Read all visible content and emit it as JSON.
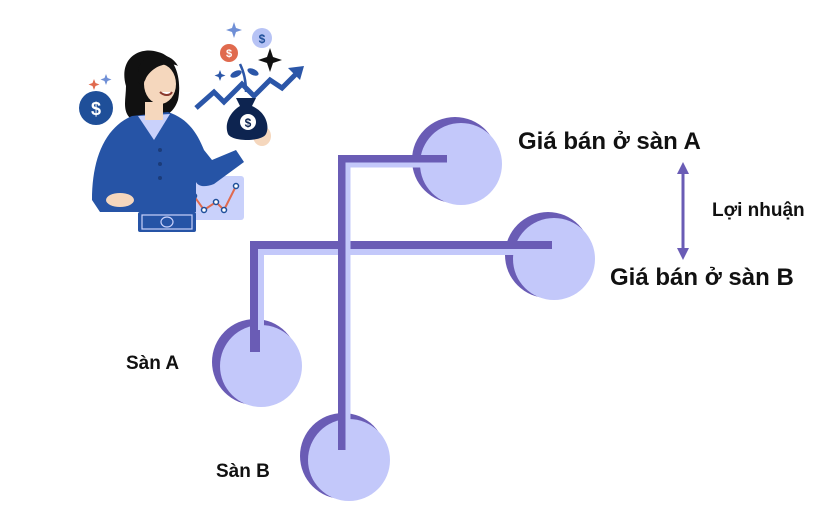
{
  "labels": {
    "price_a": "Giá bán ở sàn A",
    "price_b": "Giá bán ở sàn B",
    "profit": "Lợi nhuận",
    "market_a": "Sàn A",
    "market_b": "Sàn B"
  },
  "illustration": {
    "coin_symbol": "$",
    "icon": "woman-holding-money-bag-icon"
  },
  "colors": {
    "node_fill": "#c3c8fa",
    "node_shadow": "#6a5cb5",
    "line_outer": "#6a5cb5",
    "line_inner": "#c3c8fa",
    "arrow": "#6a5cb5"
  }
}
